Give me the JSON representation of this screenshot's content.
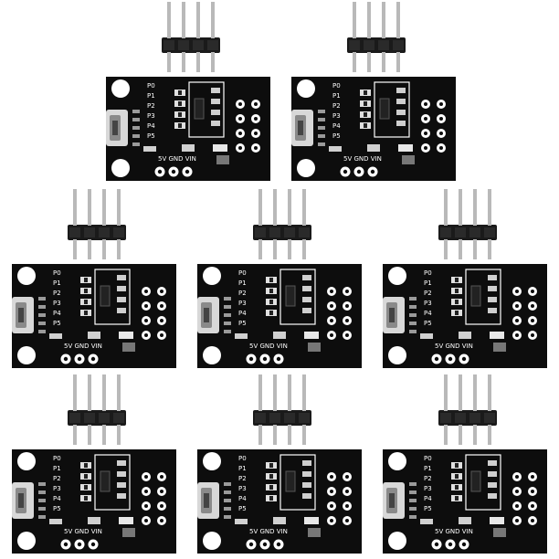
{
  "image": {
    "subject": "Digispark ATtiny85 USB development boards",
    "board_count": 8,
    "rows": [
      2,
      3,
      3
    ]
  },
  "board": {
    "pcb_color": "#0d0d0d",
    "silk_color": "#ffffff",
    "header_pin_color": "#b9b9b9",
    "header_plastic_color": "#1a1a1a",
    "header_pin_count": 4,
    "side_pad_count": 6,
    "pin_labels": [
      "P0 ",
      "P1 ",
      "P2 ",
      "P3 ",
      "P4 ",
      "P5 "
    ],
    "bottom_labels": [
      "5V",
      "GND",
      "VIN"
    ],
    "bottom_text": "5V  GND VIN",
    "row_label_a": "P0 P1",
    "row_label_b": "P2 P3"
  }
}
